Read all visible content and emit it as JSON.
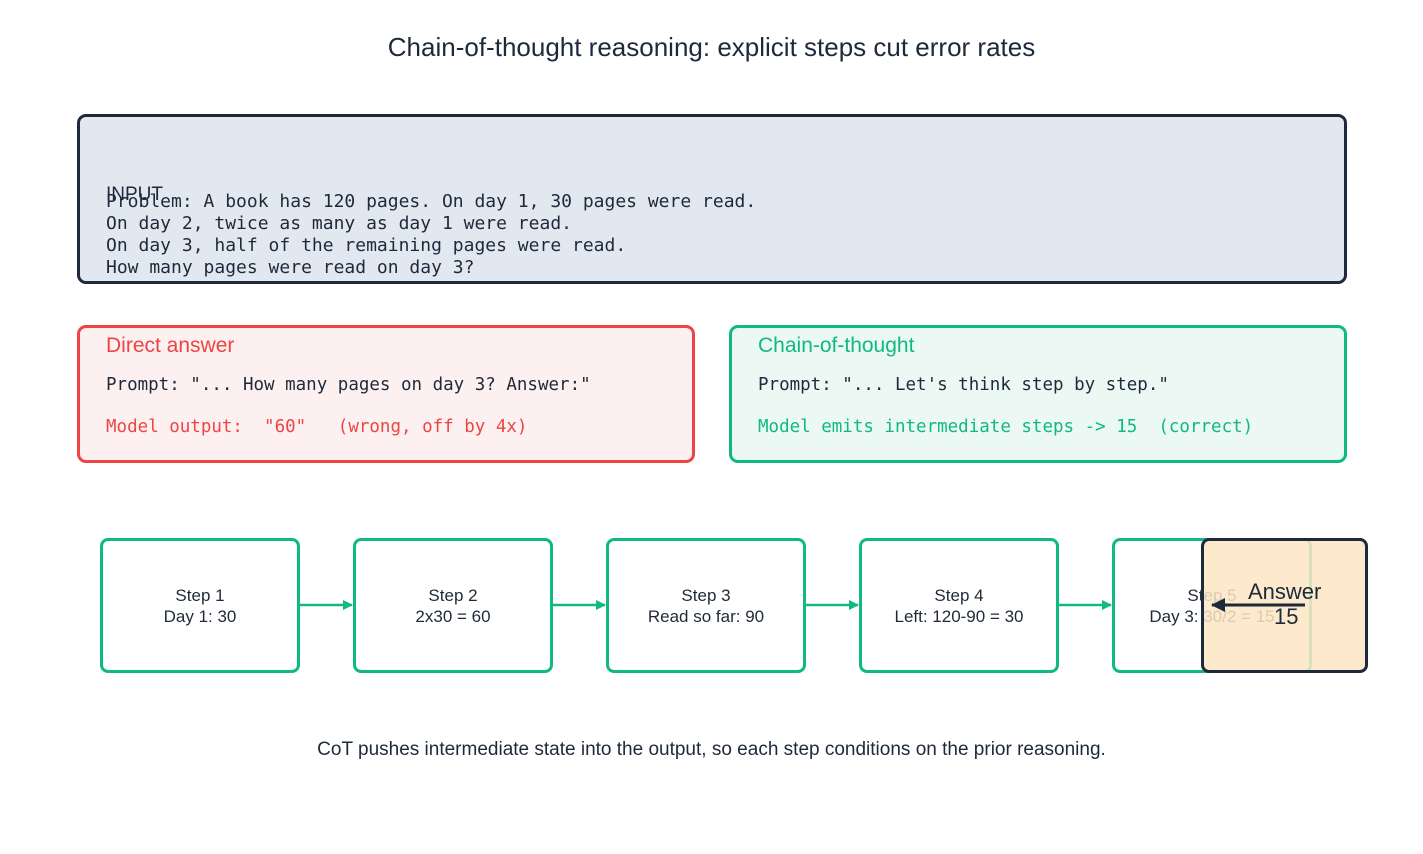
{
  "title": "Chain-of-thought reasoning: explicit steps cut error rates",
  "input": {
    "label": "INPUT",
    "lines": [
      "Problem: A book has 120 pages. On day 1, 30 pages were read.",
      "On day 2, twice as many as day 1 were read.",
      "On day 3, half of the remaining pages were read.",
      "How many pages were read on day 3?"
    ]
  },
  "direct": {
    "title": "Direct answer",
    "prompt": "Prompt: \"... How many pages on day 3? Answer:\"",
    "output": "Model output:  \"60\"   (wrong, off by 4x)"
  },
  "cot": {
    "title": "Chain-of-thought",
    "prompt": "Prompt: \"... Let's think step by step.\"",
    "output": "Model emits intermediate steps -> 15  (correct)"
  },
  "steps": [
    {
      "name": "Step 1",
      "text": "Day 1: 30"
    },
    {
      "name": "Step 2",
      "text": "2x30 = 60"
    },
    {
      "name": "Step 3",
      "text": "Read so far: 90"
    },
    {
      "name": "Step 4",
      "text": "Left: 120-90 = 30"
    },
    {
      "name": "Step 5",
      "text": "Day 3: 30/2 = 15"
    }
  ],
  "answer": {
    "label": "Answer",
    "value": "15"
  },
  "caption": "CoT pushes intermediate state into the output, so each step conditions on the prior reasoning.",
  "colors": {
    "accent_green": "#10b981",
    "accent_red": "#ef4444",
    "dark": "#1e293b",
    "input_bg": "#e2e8f0",
    "answer_bg": "#fde6c4"
  }
}
